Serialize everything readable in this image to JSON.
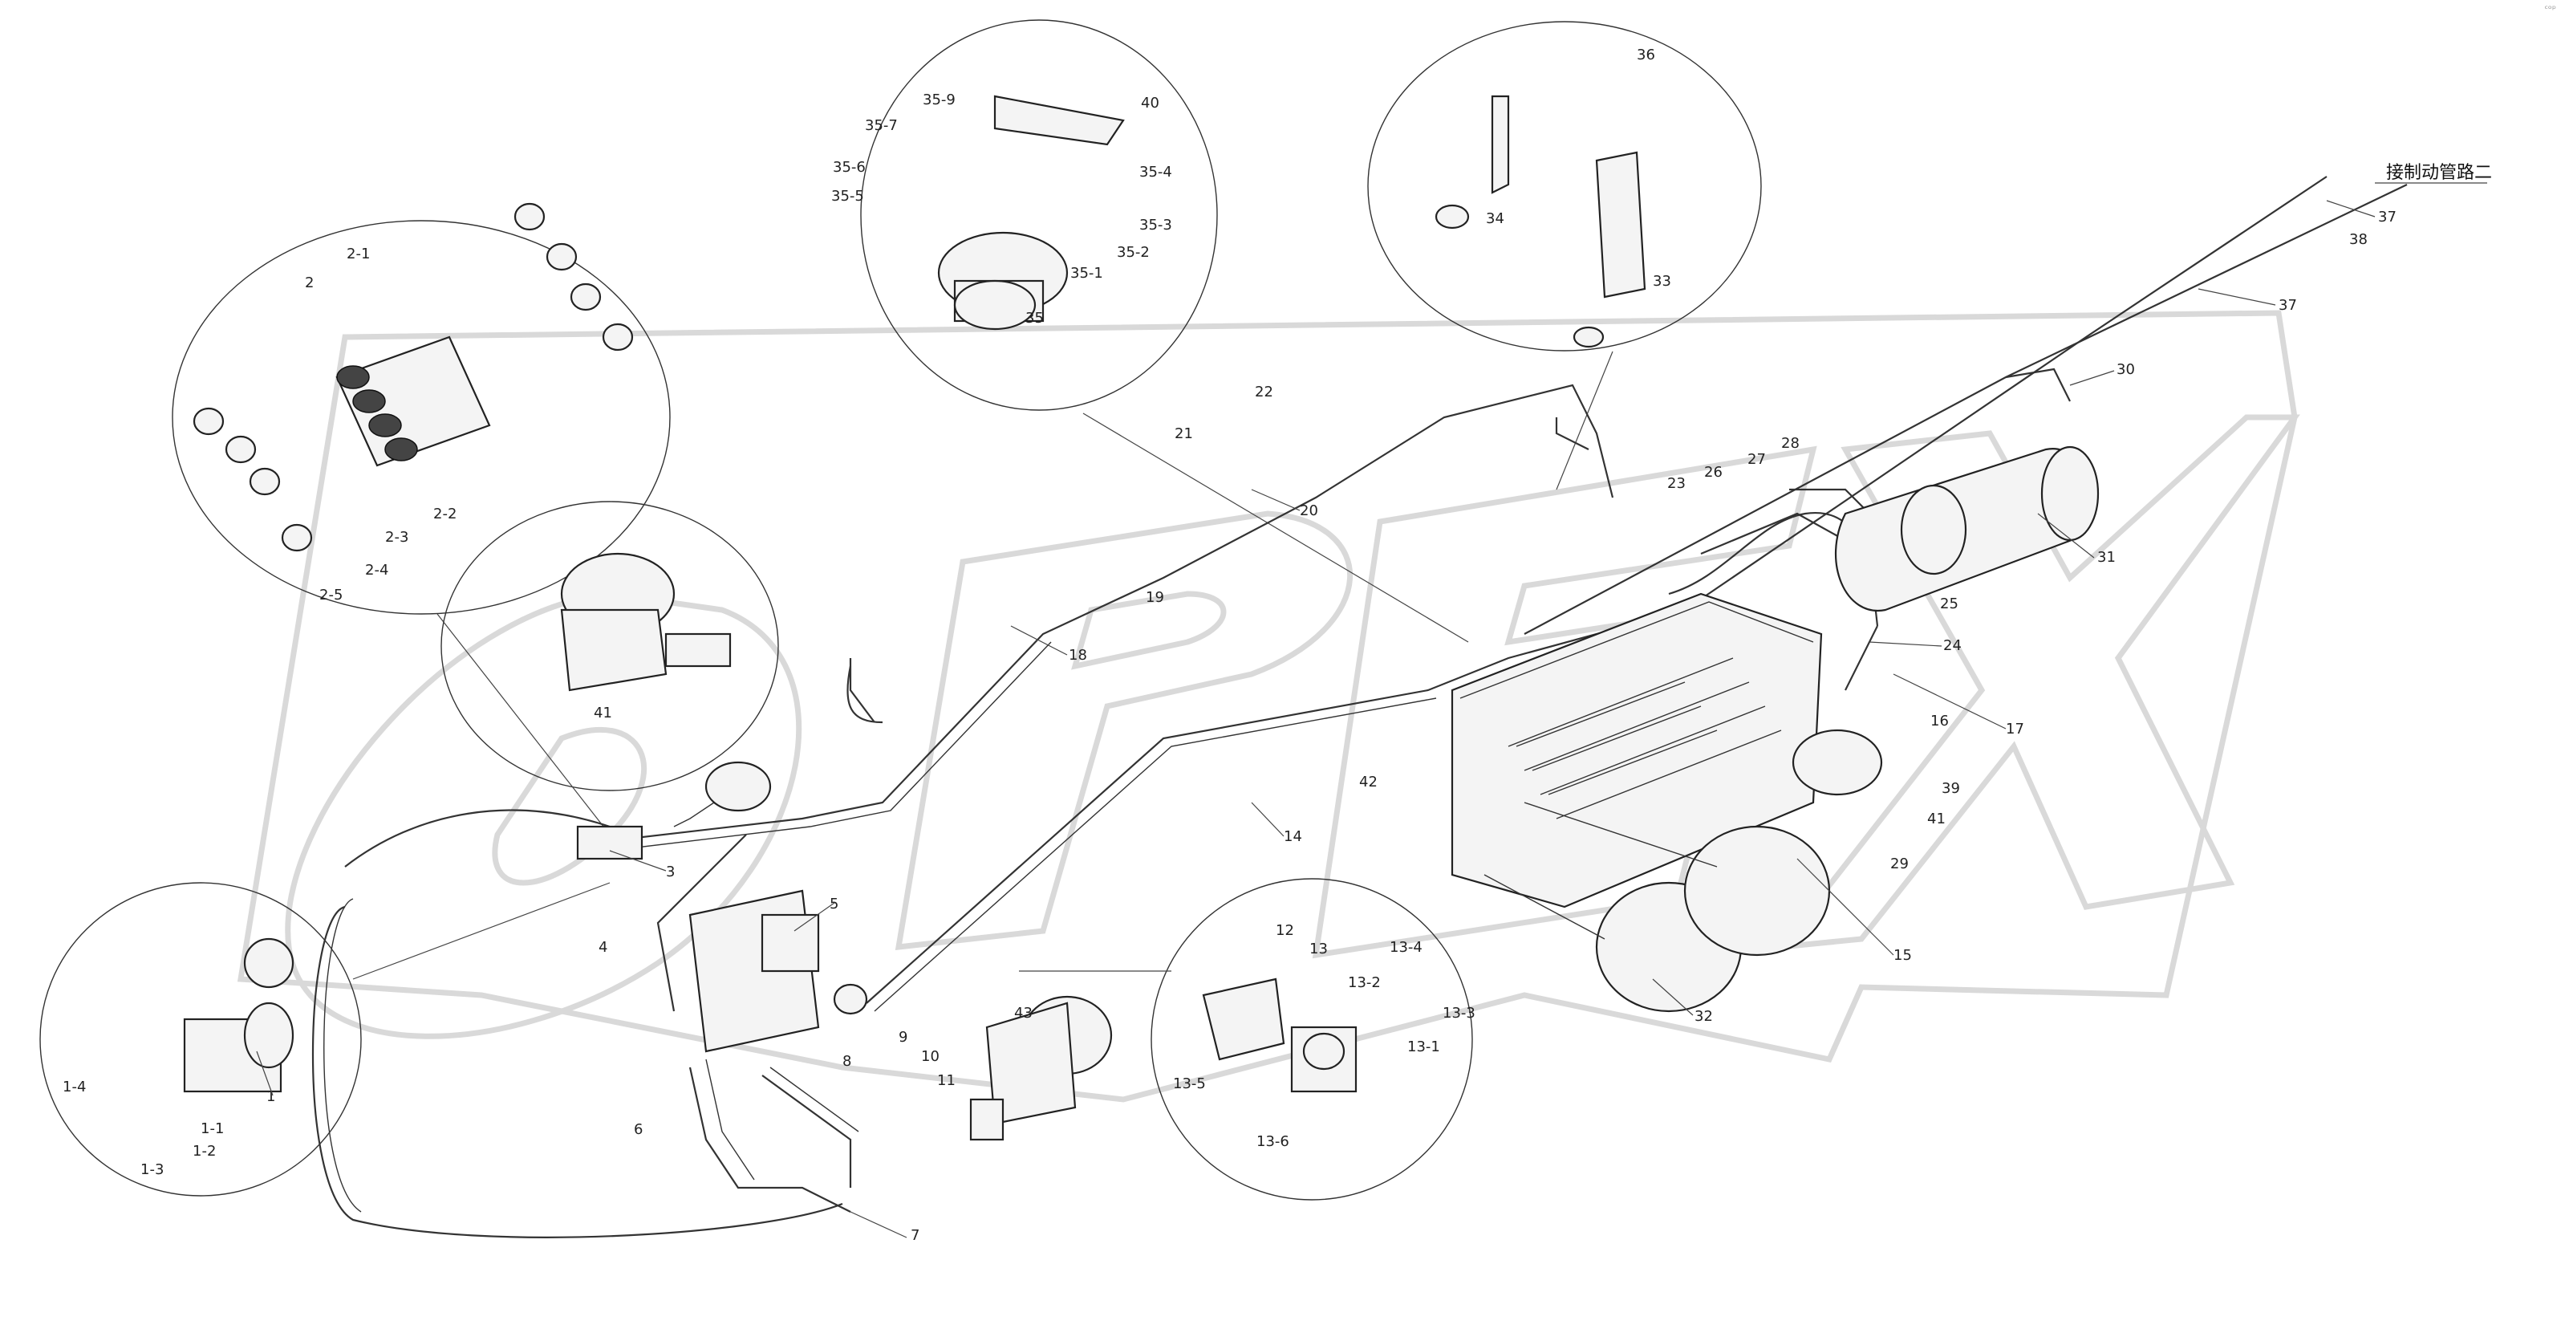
{
  "diagram": {
    "caption": "接制动管路二",
    "corner_mark": "ᶜᵒᵖ",
    "watermark": "OPEX",
    "labels": {
      "p1": "1",
      "p1_1": "1-1",
      "p1_2": "1-2",
      "p1_3": "1-3",
      "p1_4": "1-4",
      "p2": "2",
      "p2_1": "2-1",
      "p2_2": "2-2",
      "p2_3": "2-3",
      "p2_4": "2-4",
      "p2_5": "2-5",
      "p3": "3",
      "p4": "4",
      "p5": "5",
      "p6": "6",
      "p7": "7",
      "p8": "8",
      "p9": "9",
      "p10": "10",
      "p11": "11",
      "p12": "12",
      "p13": "13",
      "p13_1": "13-1",
      "p13_2": "13-2",
      "p13_3": "13-3",
      "p13_4": "13-4",
      "p13_5": "13-5",
      "p13_6": "13-6",
      "p14": "14",
      "p15": "15",
      "p16": "16",
      "p17": "17",
      "p18": "18",
      "p19": "19",
      "p20": "20",
      "p21": "21",
      "p22": "22",
      "p23": "23",
      "p24": "24",
      "p25": "25",
      "p26": "26",
      "p27": "27",
      "p28": "28",
      "p29": "29",
      "p30": "30",
      "p31": "31",
      "p32": "32",
      "p33": "33",
      "p34": "34",
      "p35": "35",
      "p35_1": "35-1",
      "p35_2": "35-2",
      "p35_3": "35-3",
      "p35_4": "35-4",
      "p35_5": "35-5",
      "p35_6": "35-6",
      "p35_7": "35-7",
      "p35_9": "35-9",
      "p36": "36",
      "p37a": "37",
      "p37b": "37",
      "p38": "38",
      "p39": "39",
      "p40": "40",
      "p41a": "41",
      "p41b": "41",
      "p42": "42",
      "p43": "43"
    }
  }
}
